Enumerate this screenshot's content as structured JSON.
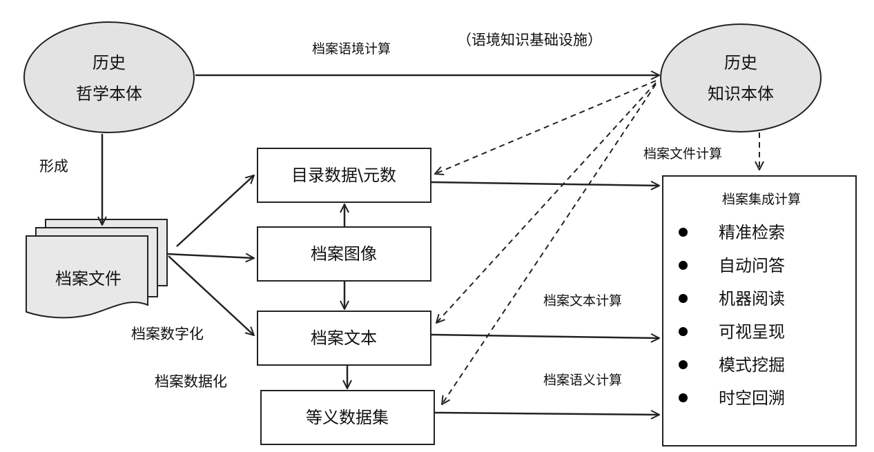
{
  "nodes": {
    "history_philosophy": {
      "line1": "历史",
      "line2": "哲学本体"
    },
    "history_knowledge": {
      "line1": "历史",
      "line2": "知识本体"
    },
    "catalog_metadata": "目录数据\\元数",
    "archive_image": "档案图像",
    "archive_text": "档案文本",
    "equivalent_dataset": "等义数据集",
    "archive_files": "档案文件",
    "integration": {
      "title": "档案集成计算",
      "items": [
        "精准检索",
        "自动问答",
        "机器阅读",
        "可视呈现",
        "模式挖掘",
        "时空回溯"
      ]
    }
  },
  "edge_labels": {
    "context_compute": "档案语境计算",
    "infrastructure": "（语境知识基础设施）",
    "form": "形成",
    "file_compute": "档案文件计算",
    "text_compute": "档案文本计算",
    "semantic_compute": "档案语义计算",
    "digitization": "档案数字化",
    "datafication": "档案数据化"
  },
  "colors": {
    "ellipse_fill": "#e3e3e3",
    "doc_fill": "#e8e8e8",
    "line": "#222222"
  }
}
